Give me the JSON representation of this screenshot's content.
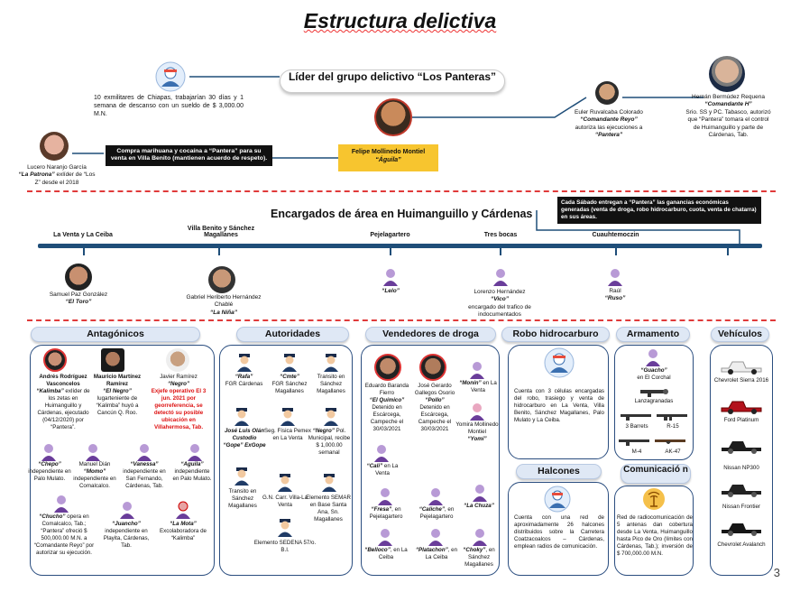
{
  "title": "Estructura delictiva",
  "leader": {
    "box_title": "Líder del grupo delictivo “Los Panteras”",
    "name": "Felipe Mollinedo Montiel",
    "alias": "“Águila”"
  },
  "exmilitares_text": "10 exmilitares de Chiapas, trabajarían 30 días y 1 semana de descanso con un sueldo de $ 3,000.00 M.N.",
  "lucero": {
    "name": "Lucero Naranjo García",
    "alias": "“La Patrona”",
    "detail": "exlíder de “Los Z” desde el 2018"
  },
  "compra_box": "Compra marihuana y cocaína a “Pantera” para su venta en Villa Benito (mantienen acuerdo de respeto).",
  "euler": {
    "name": "Euler Ruvalcaba Colorado",
    "alias": "“Comandante Reyo”",
    "detail": "autoriza las ejecuciones a",
    "detail2": "“Pantera”"
  },
  "hernan": {
    "name": "Hernán Bermúdez Requena",
    "alias": "“Comandante H”",
    "detail": "Srio. SS y PC. Tabasco, autorizó que “Pantera” tomara el control de Huimanguillo y parte de Cárdenas, Tab."
  },
  "section_title": "Encargados de área en Huimanguillo y Cárdenas",
  "sabado_box": "Cada Sábado entregan a “Pantera” las ganancias económicas generadas (venta de droga, robo hidrocarburo, cuota, venta de chatarra) en sus áreas.",
  "areas": [
    {
      "label": "La Venta y La Ceiba",
      "name": "Samuel Paz González",
      "alias": "“El Toro”"
    },
    {
      "label": "Villa Benito y Sánchez Magallanes",
      "name": "Gabriel Heriberto Hernández Chablé",
      "alias": "“La Niña”"
    },
    {
      "label": "Pejelagartero",
      "name": "",
      "alias": "“Lelo”"
    },
    {
      "label": "Tres bocas",
      "name": "Lorenzo Hernández",
      "alias": "“Vico”",
      "detail": "encargado del trafico de indocumentados"
    },
    {
      "label": "Cuauhtemoczin",
      "name": "Raúl",
      "alias": "“Ruso”"
    }
  ],
  "categories": {
    "antagonicos": "Antagónicos",
    "autoridades": "Autoridades",
    "vendedores": "Vendedores de droga",
    "robo": "Robo hidrocarburo",
    "armamento": "Armamento",
    "vehiculos": "Vehículos",
    "halcones": "Halcones",
    "comunicacion": "Comunicació n"
  },
  "antagonicos": {
    "andres": {
      "name": "Andrés Rodríguez Vasconcelos",
      "alias": "“Kalimba”",
      "detail": "exlíder de los zetas en Huimanguillo y Cárdenas, ejecutado (04/12/2020) por “Pantera”."
    },
    "mauricio": {
      "name": "Mauricio Martínez Ramírez",
      "alias": "“El Negro”",
      "detail": "lugarteniente de “Kalimba” huyó a Cancún Q. Roo."
    },
    "javier": {
      "name": "Javier Ramírez",
      "alias": "“Negro”",
      "red": "Exjefe operativo El 3 jun. 2021 por georreferencia, se detectó su posible ubicación en Villahermosa, Tab."
    },
    "chepo": {
      "alias": "“Chepo”",
      "detail": "independiente en Palo Mulato."
    },
    "manuel": {
      "name": "Manuel Dián",
      "alias": "“Momo”",
      "detail": "independiente en Comalcalco."
    },
    "vanessa": {
      "alias": "“Vanessa”",
      "detail": "independiente en San Fernando, Cárdenas, Tab."
    },
    "aguila2": {
      "alias": "“Aguila”",
      "detail": "independiente en Palo Mulato."
    },
    "chucho": {
      "alias": "“Chucho”",
      "detail": "opera en Comalcalco, Tab.; “Pantera” ofreció $ 500,000.00 M.N. a “Comandante Reyo” por autorizar su ejecución."
    },
    "juancho": {
      "alias": "“Juancho”",
      "detail": "independiente en Playita, Cárdenas, Tab."
    },
    "lamota": {
      "alias": "“La Mota”",
      "detail": "Excolaboradora de “Kalimba”"
    }
  },
  "autoridades": [
    {
      "alias": "“Rafa”",
      "detail": "FGR Cárdenas"
    },
    {
      "alias": "“Cmte”",
      "detail": "FGR Sánchez Magallanes"
    },
    {
      "alias": "",
      "detail": "Transito en Sánchez Magallanes"
    },
    {
      "alias": "José Luis Olán Custodio “Gope” ExGope",
      "detail": ""
    },
    {
      "alias": "",
      "detail": "Seg. Física Pemex en La Venta"
    },
    {
      "alias": "“Negro”",
      "detail": "Pol. Municipal, recibe $ 1,000.00 semanal"
    },
    {
      "alias": "",
      "detail": "Transito en Sánchez Magallanes"
    },
    {
      "alias": "",
      "detail": "G.N. Carr. Villa-La Venta"
    },
    {
      "alias": "",
      "detail": "Elemento SEMAR en Base Santa Ana, Sn. Magallanes"
    },
    {
      "alias": "",
      "detail": "Elemento SEDENA 57/o. B.I."
    }
  ],
  "vendedores": {
    "eduardo": {
      "name": "Eduardo Baranda Fierro",
      "alias": "“El Químico”",
      "detail": "Detenido en Escárcega, Campeche el 30/03/2021"
    },
    "jose": {
      "name": "José Gerardo Gallegos Osorio",
      "alias": "“Pollo”",
      "detail": "Detenido en Escárcega, Campeche el 30/03/2021"
    },
    "monin": {
      "alias": "“Monín”",
      "detail": "en La Venta"
    },
    "yomi": {
      "name": "Yomira Mollinedo Montiel",
      "alias": "“Yomi”"
    },
    "cali": {
      "alias": "“Cali”",
      "detail": "en La Venta"
    },
    "fresa": {
      "alias": "“Fresa”",
      "detail": "en Pejelagartero"
    },
    "caliche": {
      "alias": "“Caliche”",
      "detail": "en Pejelagartero"
    },
    "chuza": {
      "alias": "“La Chuza”",
      "detail": ""
    },
    "belloco": {
      "alias": "“Belloco”",
      "detail": "en La Ceiba"
    },
    "platachon": {
      "alias": "“Platachon”",
      "detail": "en La Ceiba"
    },
    "choky": {
      "alias": "“Choky”",
      "detail": "en Sánchez Magallanes"
    }
  },
  "robo_text": "Cuenta con 3 células encargadas del robo, trasiego y venta de hidrocarburo en La Venta, Villa Benito, Sánchez Magallanes, Palo Mulato y La Ceiba.",
  "halcones_text": "Cuenta con una red de aproximadamente 26 halcones distribuidos sobre la Carretera Coatzacoalcos – Cárdenas, emplean radios de comunicación.",
  "armamento": {
    "guacho": "“Guacho”",
    "guacho_detail": "en El Corchal",
    "items": [
      "Lanzagranadas",
      "3 Barrets",
      "R-15",
      "M-4",
      "AK-47"
    ]
  },
  "comunicacion_text": "Red de radiocomunicación de 5 antenas dan cobertura desde La Venta, Huimanguillo hasta Pico de Oro (límites con Cárdenas, Tab.); inversión de $ 700,000.00 M.N.",
  "vehiculos": [
    "Chevrolet Sierra 2016",
    "Ford Platinum",
    "Nissan NP300",
    "Nissan Frontier",
    "Chevrolet Avalanch"
  ],
  "page_number": "3",
  "colors": {
    "accent_blue": "#1f4e79",
    "yellow": "#f7c52f",
    "dash_red": "#e03a3a"
  }
}
